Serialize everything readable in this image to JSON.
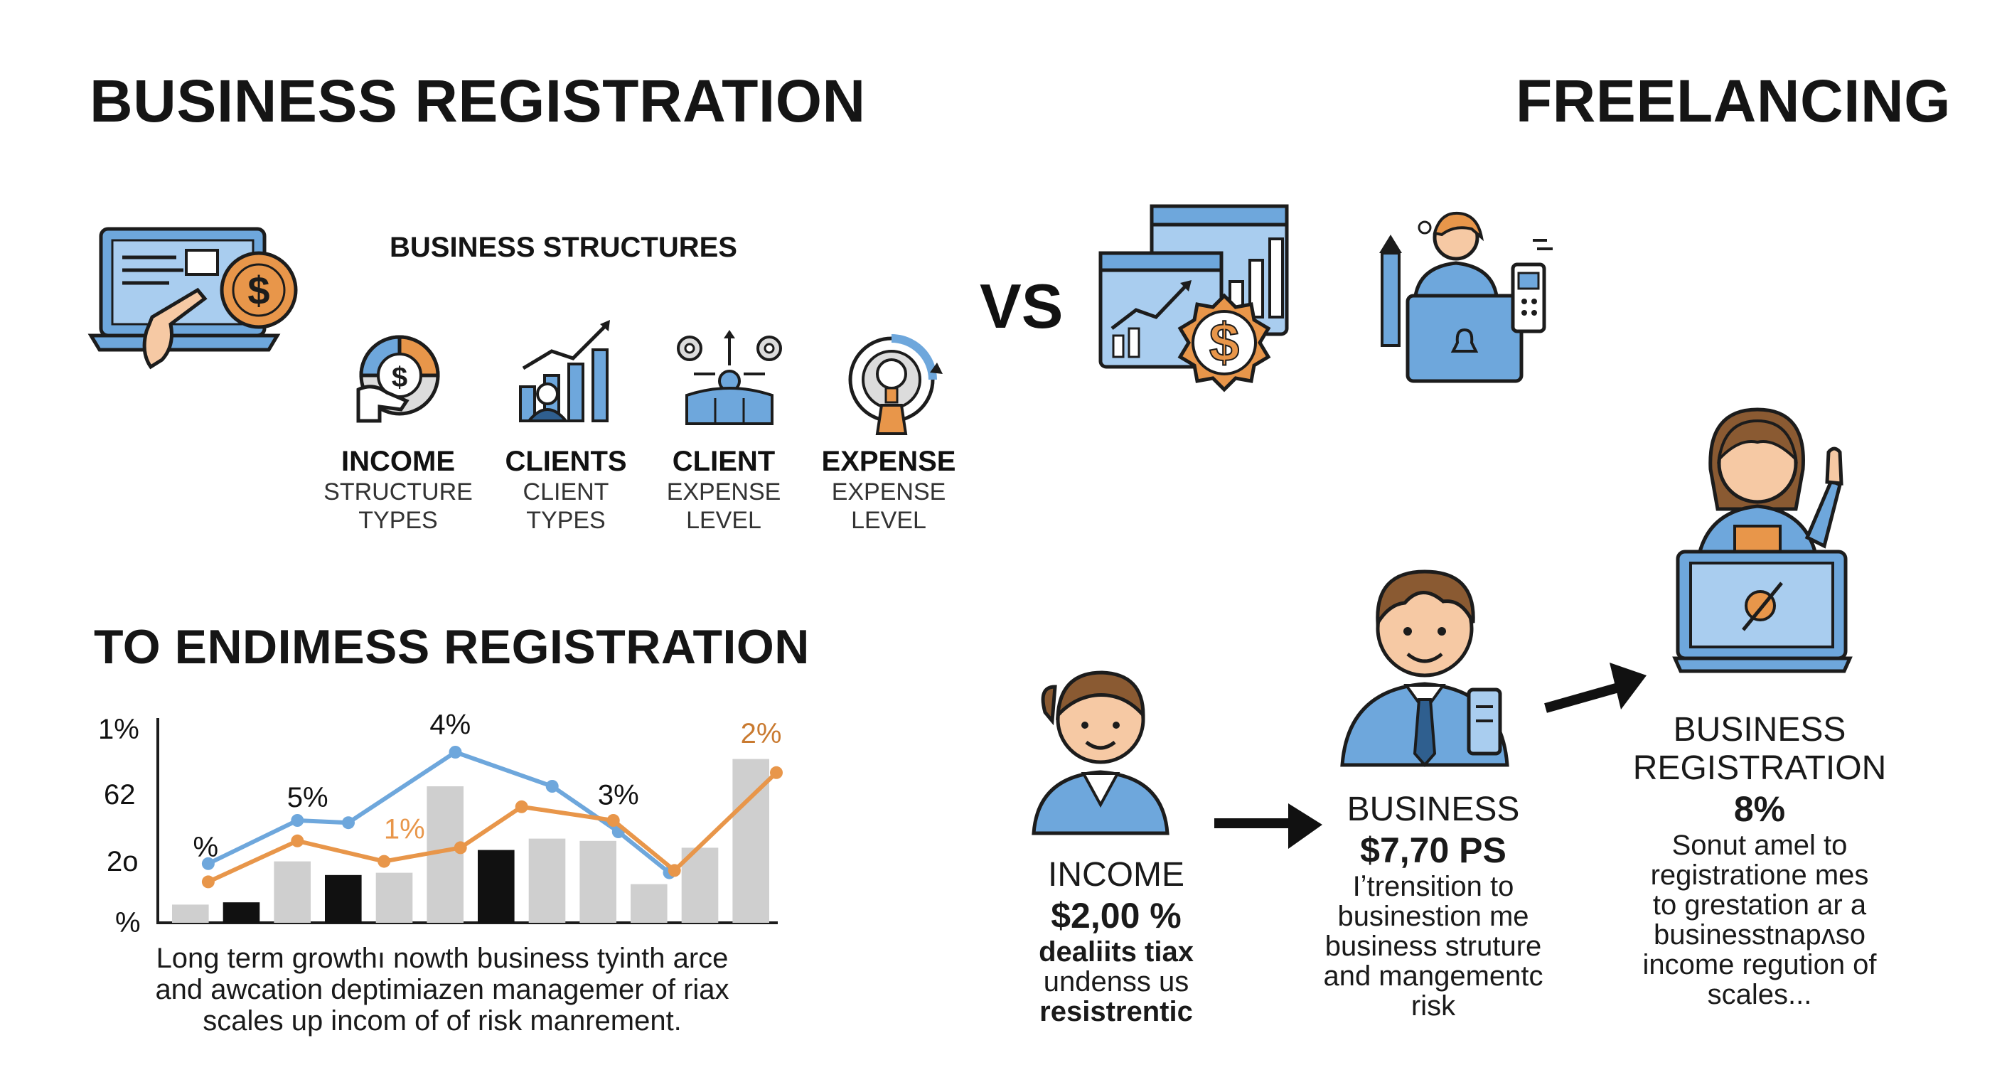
{
  "header": {
    "left_title": "BUSINESS REGISTRATION",
    "right_title": "FREELANCING",
    "vs": "VS"
  },
  "structures": {
    "heading": "BUSINESS STRUCTURES",
    "items": [
      {
        "title": "INCOME",
        "line1": "STRUCTURE",
        "line2": "TYPES"
      },
      {
        "title": "CLIENTS",
        "line1": "CLIENT",
        "line2": "TYPES"
      },
      {
        "title": "CLIENT",
        "line1": "EXPENSE",
        "line2": "LEVEL"
      },
      {
        "title": "EXPENSE",
        "line1": "EXPENSE",
        "line2": "LEVEL"
      }
    ]
  },
  "section2": {
    "heading": "TO ENDIMESS REGISTRATION"
  },
  "chart_data": {
    "type": "bar",
    "title": "",
    "y_tick_labels": [
      "1%",
      "62",
      "2o",
      "%"
    ],
    "bars": [
      {
        "value": 8,
        "color": "#cfcfcf"
      },
      {
        "value": 9,
        "color": "#111111"
      },
      {
        "value": 27,
        "color": "#cfcfcf"
      },
      {
        "value": 21,
        "color": "#111111"
      },
      {
        "value": 22,
        "color": "#cfcfcf"
      },
      {
        "value": 60,
        "color": "#cfcfcf"
      },
      {
        "value": 32,
        "color": "#111111"
      },
      {
        "value": 37,
        "color": "#cfcfcf"
      },
      {
        "value": 36,
        "color": "#cfcfcf"
      },
      {
        "value": 17,
        "color": "#cfcfcf"
      },
      {
        "value": 33,
        "color": "#cfcfcf"
      },
      {
        "value": 72,
        "color": "#cfcfcf"
      }
    ],
    "series": [
      {
        "color": "#6ea7dc",
        "points": [
          [
            0.35,
            26
          ],
          [
            2.1,
            45
          ],
          [
            3.1,
            44
          ],
          [
            5.2,
            75
          ],
          [
            7.1,
            60
          ],
          [
            8.4,
            40
          ],
          [
            9.4,
            22
          ]
        ]
      },
      {
        "color": "#e8964a",
        "points": [
          [
            0.35,
            18
          ],
          [
            2.1,
            36
          ],
          [
            3.8,
            27
          ],
          [
            5.3,
            33
          ],
          [
            6.5,
            51
          ],
          [
            8.3,
            45
          ],
          [
            9.5,
            23
          ],
          [
            11.5,
            66
          ]
        ]
      }
    ],
    "annotations": [
      {
        "text": "%",
        "x": 0.3,
        "y": 29,
        "color": "#111111"
      },
      {
        "text": "5%",
        "x": 2.3,
        "y": 51,
        "color": "#111111"
      },
      {
        "text": "4%",
        "x": 5.1,
        "y": 83,
        "color": "#111111"
      },
      {
        "text": "1%",
        "x": 4.2,
        "y": 37,
        "color": "#e8964a"
      },
      {
        "text": "3%",
        "x": 8.4,
        "y": 52,
        "color": "#111111"
      },
      {
        "text": "2%",
        "x": 11.2,
        "y": 79,
        "color": "#c97a30"
      }
    ],
    "ylim": [
      0,
      90
    ]
  },
  "chart_caption": {
    "line1": "Long term growthı nowth business tyinth arce",
    "line2": "and awcation deptimiazen managemer of riax",
    "line3": "scales up incom of of risk manrement."
  },
  "flow": {
    "step1": {
      "label": "INCOME",
      "value": "$2,00 %",
      "line1": "dealiits tiax",
      "line2": "undenss us",
      "line3": "resistrentic"
    },
    "step2": {
      "label": "BUSINESS",
      "value": "$7,70 PS",
      "line1": "Iʼtrensition to",
      "line2": "businestion me",
      "line3": "business struture",
      "line4": "and mangementc",
      "line5": "risk"
    },
    "step3": {
      "label1": "BUSINESS",
      "label2": "REGISTRATION",
      "value": "8%",
      "line1": "Sonut amel to",
      "line2": "registratione mes",
      "line3": "to grestation ar a",
      "line4": "businesstnapʌso",
      "line5": "income regution of",
      "line6": "scales..."
    }
  },
  "colors": {
    "blue": "#6ea7dc",
    "blue_dark": "#2f5f8f",
    "orange": "#e8964a",
    "gray_bar": "#cfcfcf",
    "black_bar": "#111111"
  }
}
